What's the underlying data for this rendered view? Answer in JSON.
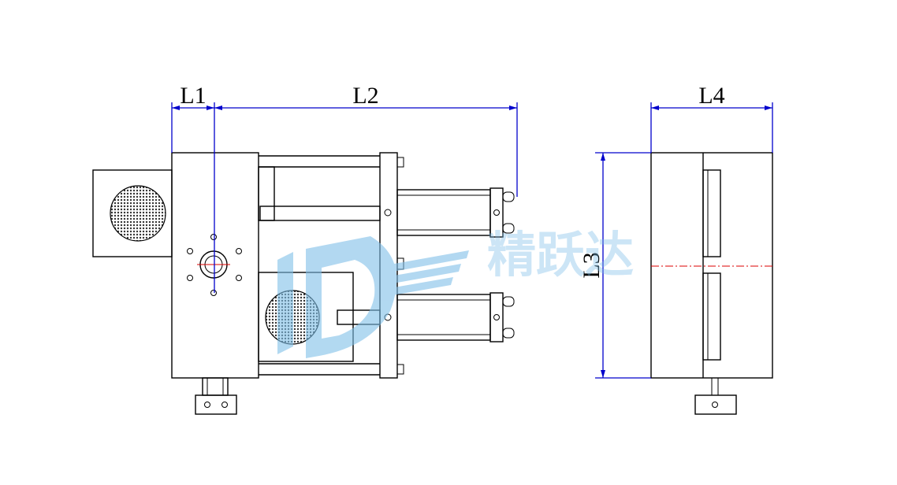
{
  "dimensions": {
    "l1": "L1",
    "l2": "L2",
    "l3": "L3",
    "l4": "L4"
  },
  "watermark": {
    "text": "精跃达",
    "color": "#7fbfe8"
  },
  "colors": {
    "line": "#000000",
    "dimension": "#0000cc",
    "centerline": "#dd0000"
  }
}
